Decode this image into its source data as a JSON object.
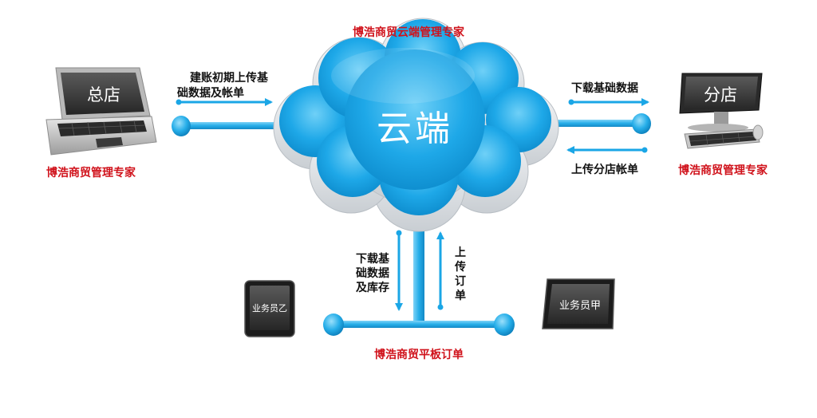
{
  "title": "博浩商贸云端管理专家",
  "cloud": {
    "label": "云端"
  },
  "hq": {
    "screen_label": "总店",
    "caption": "博浩商贸管理专家"
  },
  "branch": {
    "screen_label": "分店",
    "caption": "博浩商贸管理专家"
  },
  "tablet_left": {
    "screen_label": "业务员乙"
  },
  "tablet_right": {
    "screen_label": "业务员甲"
  },
  "tablet_caption": "博浩商贸平板订单",
  "flows": {
    "hq_upload_line1": "建账初期上传基",
    "hq_upload_line2": "础数据及帐单",
    "branch_download": "下载基础数据",
    "branch_upload": "上传分店帐单",
    "tablet_download_line1": "下载基",
    "tablet_download_line2": "础数据",
    "tablet_download_line3": "及库存",
    "tablet_upload_line1": "上",
    "tablet_upload_line2": "传",
    "tablet_upload_line3": "订",
    "tablet_upload_line4": "单"
  },
  "colors": {
    "accent": "#1aa6e6",
    "cloud_fill": "#1ea8e8",
    "caption_red": "#d0121b"
  }
}
